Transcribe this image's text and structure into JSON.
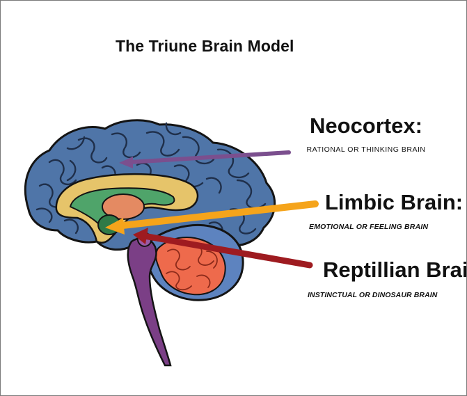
{
  "title": "The Triune Brain Model",
  "labels": {
    "neocortex": {
      "heading": "Neocortex:",
      "description": "RATIONAL OR THINKING BRAIN",
      "arrow_color": "#7b4f8e"
    },
    "limbic": {
      "heading": "Limbic Brain:",
      "description": "EMOTIONAL OR FEELING BRAIN",
      "arrow_color": "#f5a41b"
    },
    "reptilian": {
      "heading": "Reptillian Brain:",
      "description": "INSTINCTUAL OR DINOSAUR BRAIN",
      "arrow_color": "#9e1b20"
    }
  },
  "colors": {
    "cortex": "#4f75a8",
    "cortex_sulci": "#2f4b73",
    "limbic_band": "#e6c46a",
    "limbic_inner": "#4fa46a",
    "thalamus": "#e48a62",
    "cerebellum": "#ee6a4c",
    "cerebellum_bg": "#5d83bf",
    "brainstem": "#7b3f86",
    "outline": "#141414"
  }
}
